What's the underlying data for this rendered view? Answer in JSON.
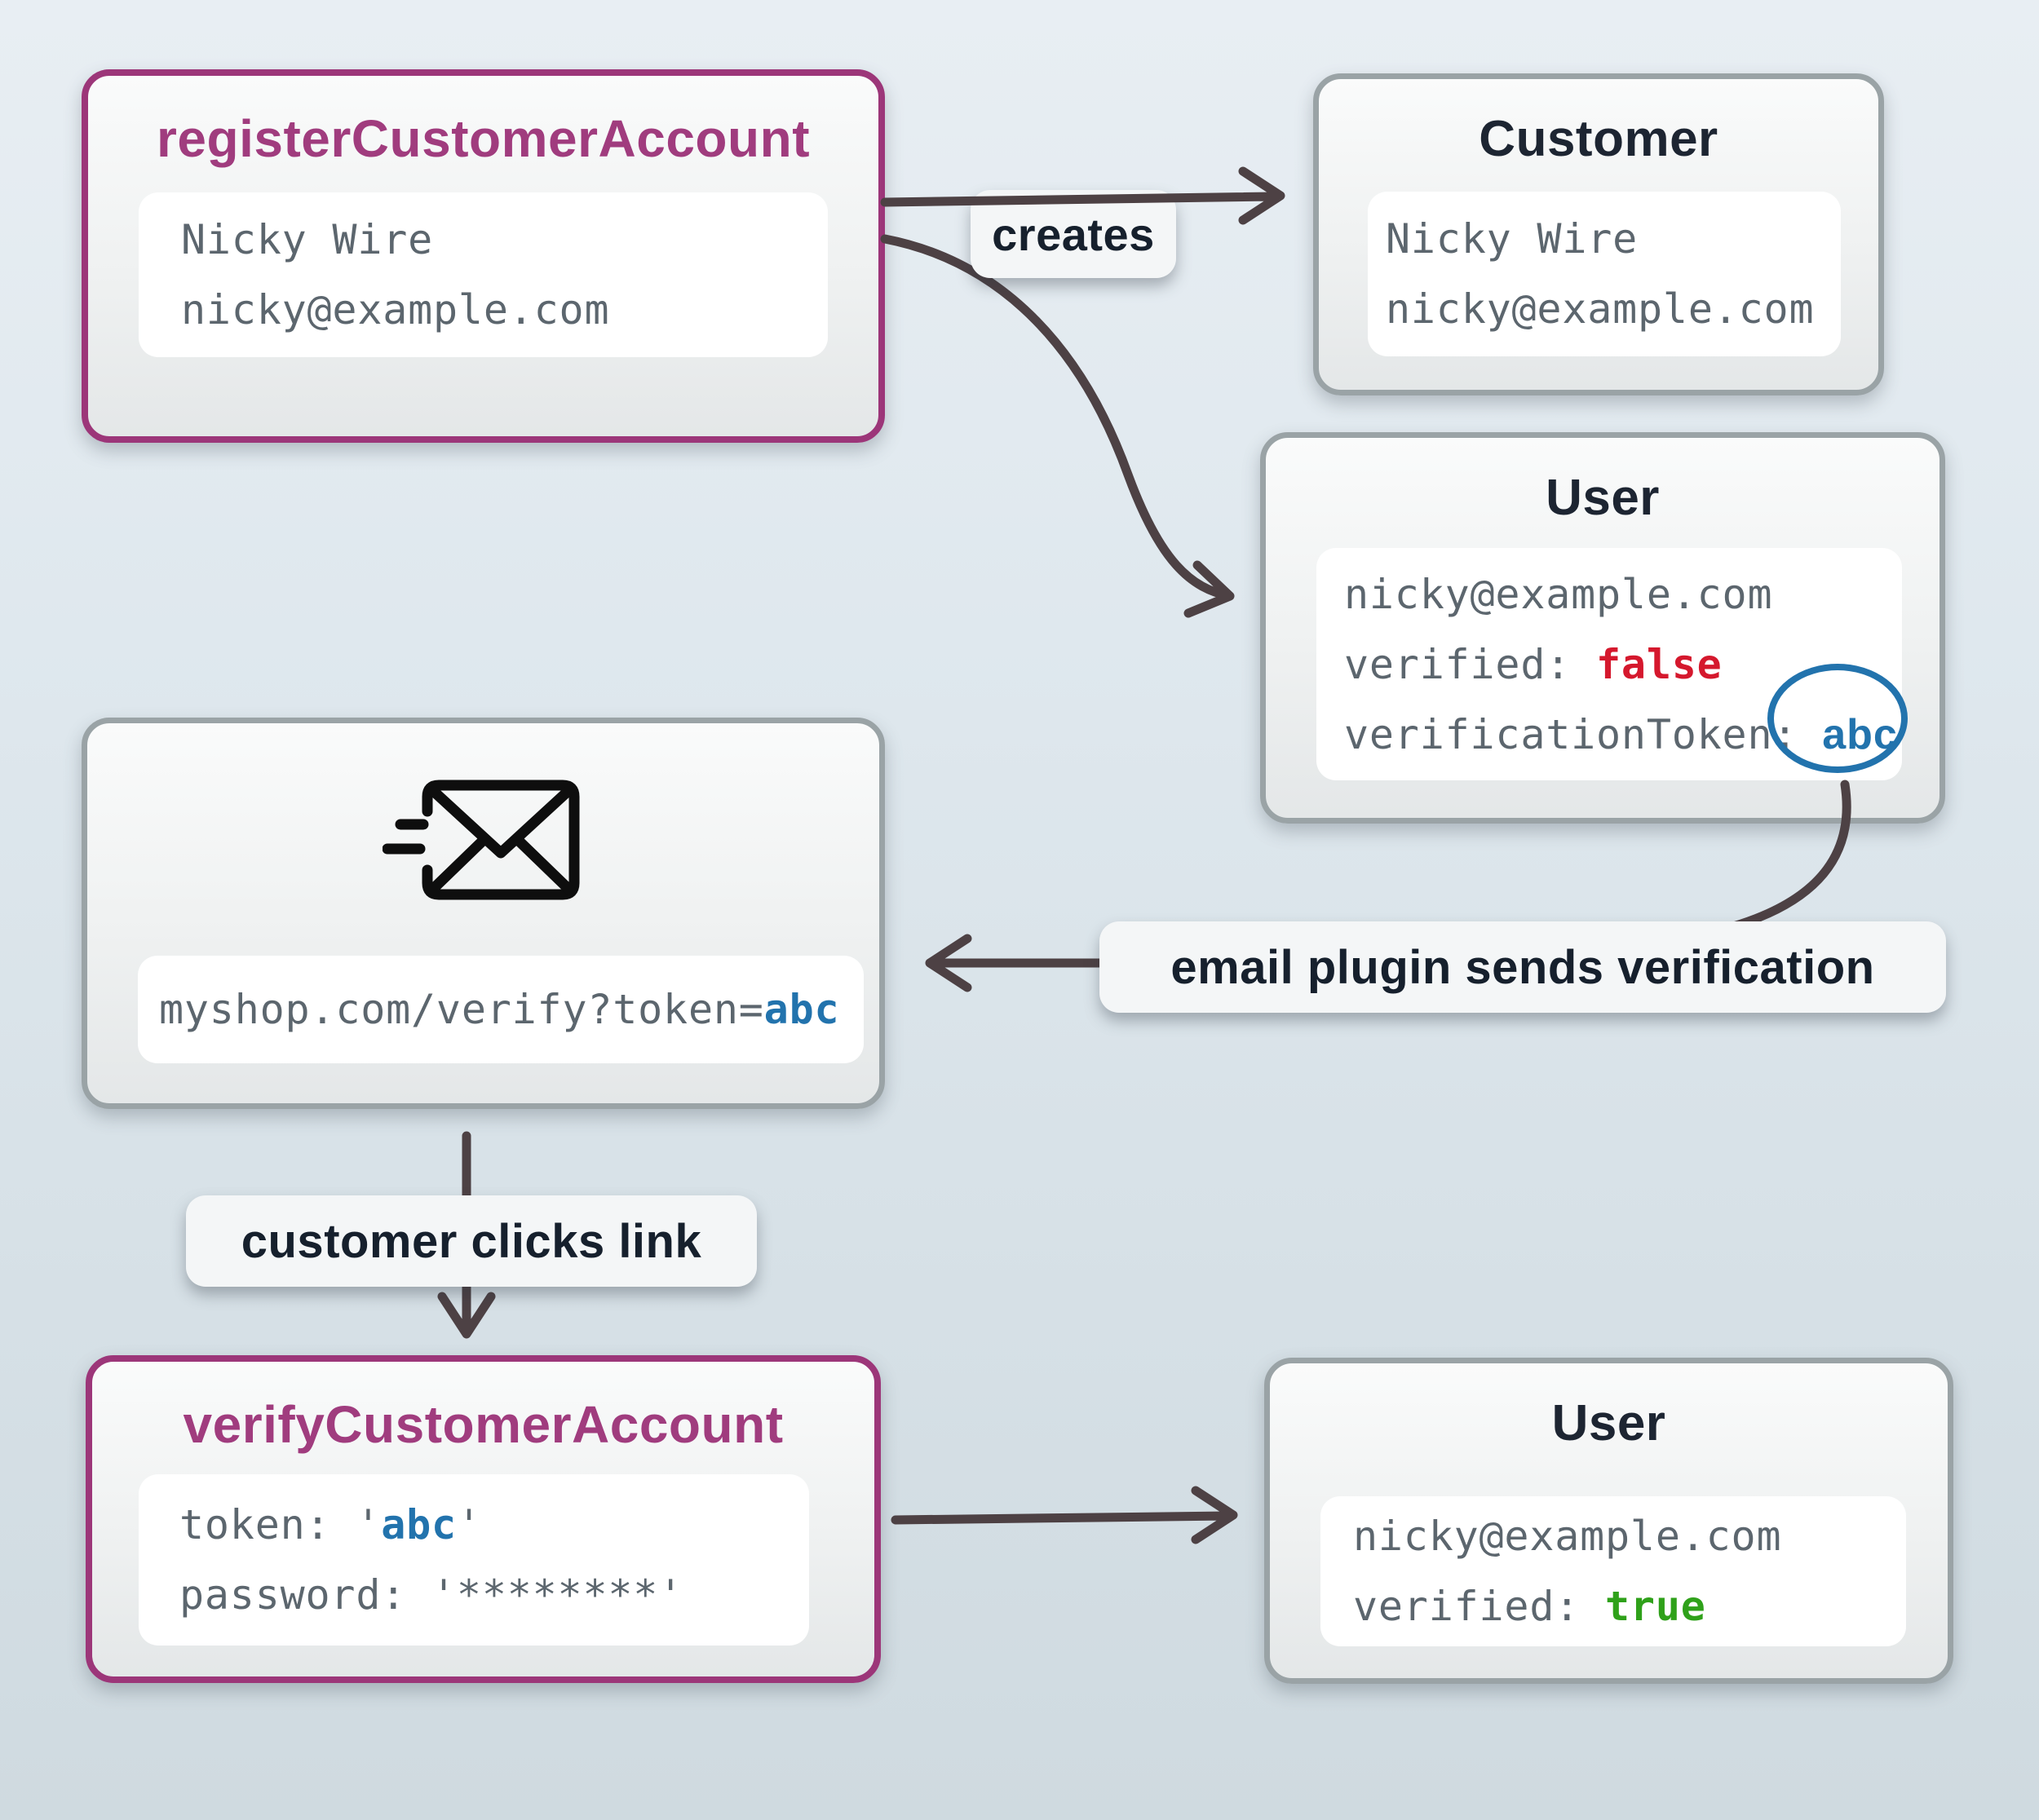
{
  "diagram": {
    "register": {
      "title": "registerCustomerAccount",
      "name": "Nicky Wire",
      "email": "nicky@example.com"
    },
    "customer": {
      "title": "Customer",
      "name": "Nicky Wire",
      "email": "nicky@example.com"
    },
    "user_unverified": {
      "title": "User",
      "email": "nicky@example.com",
      "verified_key": "verified: ",
      "verified_value": "false",
      "token_key": "verificationToken:",
      "token_value": "abc"
    },
    "email_message": {
      "icon": "email-send-icon",
      "url_prefix": "myshop.com/verify?token=",
      "token_value": "abc"
    },
    "verify": {
      "title": "verifyCustomerAccount",
      "token_prefix": "token: '",
      "token_value": "abc",
      "token_suffix": "'",
      "password_line": "password: '********'"
    },
    "user_verified": {
      "title": "User",
      "email": "nicky@example.com",
      "verified_key": "verified: ",
      "verified_value": "true"
    },
    "labels": {
      "creates": "creates",
      "email_plugin": "email plugin sends verification",
      "customer_clicks": "customer clicks link"
    },
    "colors": {
      "command_purple": "#a03c7e",
      "neutral_border": "#9aa3a6",
      "token_blue": "#2273ad",
      "false_red": "#d5182d",
      "true_green": "#2fa11a",
      "arrow": "#4d4144",
      "label_text": "#16202d"
    }
  }
}
